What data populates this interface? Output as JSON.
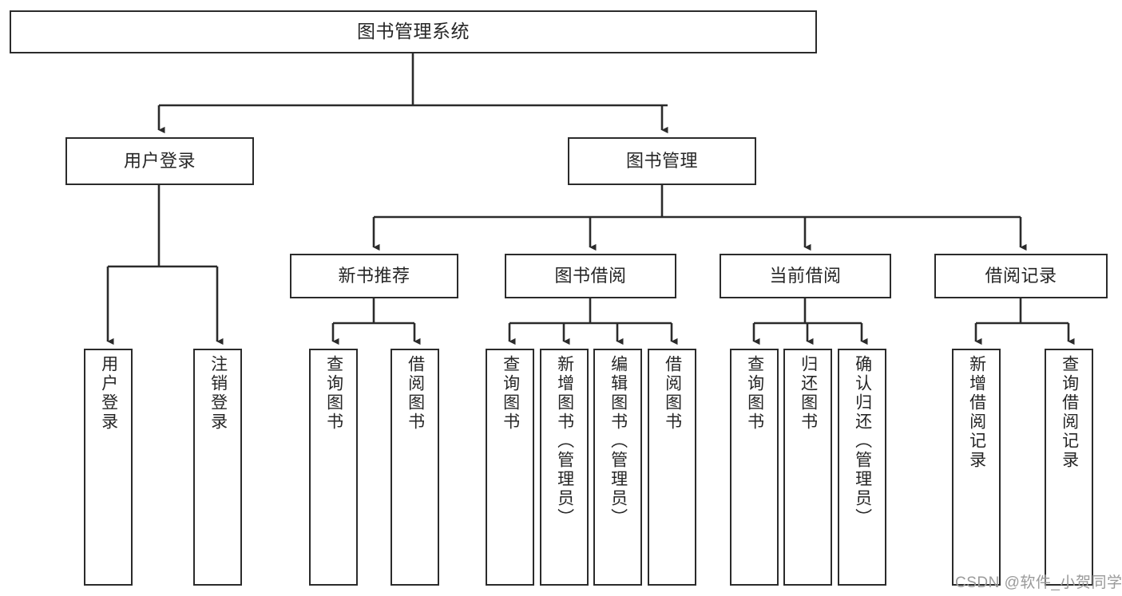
{
  "diagram": {
    "title": "图书管理系统",
    "type": "hierarchy-tree",
    "root": {
      "label": "图书管理系统"
    },
    "level2": [
      {
        "label": "用户登录"
      },
      {
        "label": "图书管理"
      }
    ],
    "level3": [
      {
        "label": "新书推荐"
      },
      {
        "label": "图书借阅"
      },
      {
        "label": "当前借阅"
      },
      {
        "label": "借阅记录"
      }
    ],
    "leaves": {
      "user_login": [
        {
          "label": "用户登录"
        },
        {
          "label": "注销登录"
        }
      ],
      "new_book_recommend": [
        {
          "label": "查询图书"
        },
        {
          "label": "借阅图书"
        }
      ],
      "book_borrow": [
        {
          "label": "查询图书"
        },
        {
          "label": "新增图书（管理员）"
        },
        {
          "label": "编辑图书（管理员）"
        },
        {
          "label": "借阅图书"
        }
      ],
      "current_borrow": [
        {
          "label": "查询图书"
        },
        {
          "label": "归还图书"
        },
        {
          "label": "确认归还（管理员）"
        }
      ],
      "borrow_record": [
        {
          "label": "新增借阅记录"
        },
        {
          "label": "查询借阅记录"
        }
      ]
    }
  },
  "watermark": {
    "text": "CSDN @软件_小贺同学"
  },
  "colors": {
    "stroke": "#2b2b2b",
    "background": "#ffffff",
    "text": "#262626",
    "watermark": "#9a9a9a"
  }
}
